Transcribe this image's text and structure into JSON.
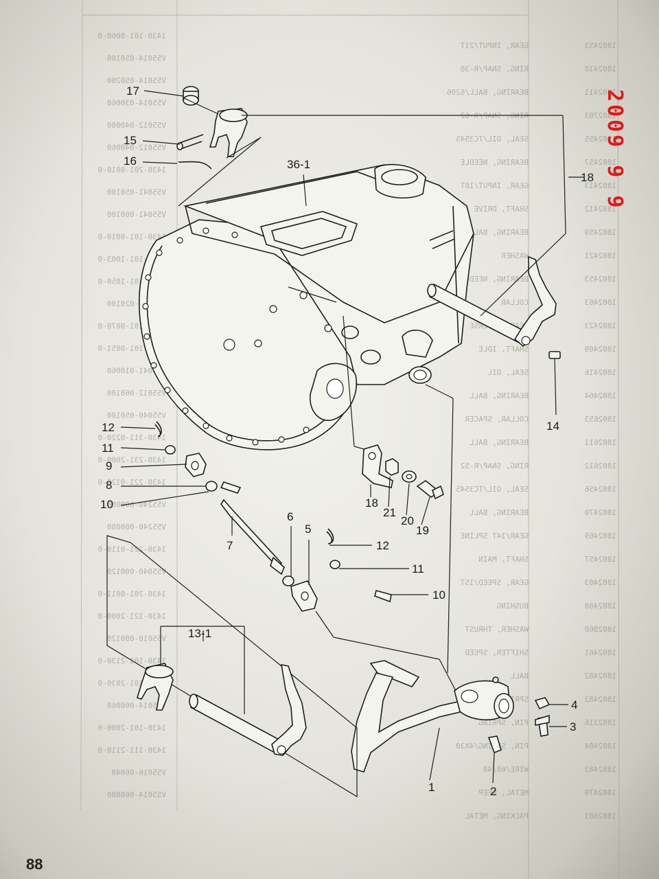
{
  "stamp": {
    "date_line1": "2009 9 9"
  },
  "page_number": "88",
  "callouts": {
    "c17": "17",
    "c15": "15",
    "c16": "16",
    "c36_1": "36-1",
    "c18_top": "18",
    "c14": "14",
    "c12_left": "12",
    "c11_left": "11",
    "c9": "9",
    "c8": "8",
    "c10_left": "10",
    "c7": "7",
    "c6": "6",
    "c5": "5",
    "c12_right": "12",
    "c11_right": "11",
    "c10_right": "10",
    "c18_bottom": "18",
    "c21": "21",
    "c20": "20",
    "c19": "19",
    "c13_1": "13-1",
    "c4": "4",
    "c3": "3",
    "c1": "1",
    "c2": "2"
  },
  "parts_list_bleed": {
    "right_codes": [
      "1802453",
      "1802410",
      "1802411",
      "1802703",
      "1802455",
      "1802457",
      "1802413",
      "1802412",
      "1802459",
      "1802421",
      "1802453",
      "1802463",
      "1802423",
      "1802409",
      "1802416",
      "1802464",
      "1802653",
      "1802611",
      "1802612",
      "1802456",
      "1802470",
      "1802469",
      "1802457",
      "1802403",
      "1802460",
      "1802860",
      "1802461",
      "1802482",
      "1802483",
      "1802316",
      "1802484",
      "1802483",
      "1802470",
      "1802603"
    ],
    "right_names": [
      "GEAR, INPUT/21T",
      "RING, SNAP/R-30",
      "BEARING, BALL/6206",
      "RING, SNAP/R-62",
      "SEAL, OIL/TC3545",
      "BEARING, NEEDLE",
      "GEAR, INPUT/18T",
      "SHAFT, DRIVE",
      "BEARING, BALL",
      "WASHER",
      "BEARING, NEEDLE",
      "COLLAR",
      "GEAR, REVERSE",
      "SHAFT, IDLE",
      "SEAL, OIL",
      "BEARING, BALL",
      "COLLAR, SPACER",
      "BEARING, BALL",
      "RING, SNAP/R-52",
      "SEAL, OIL/TC3545",
      "BEARING, BALL",
      "GEAR/14T SPLINE",
      "SHAFT, MAIN",
      "GEAR, SPEED/1ST",
      "BUSHING",
      "WASHER, THRUST",
      "SHIFTER, SPEED",
      "BALL",
      "SPRING, SHIFTER",
      "PIN, SPRING",
      "PIN, SPRING/4X30",
      "WIRE/60/40",
      "METAL, KEEP",
      "PACKING, METAL"
    ],
    "left_codes": [
      "1430-101-0060-0",
      "V55014-050100",
      "V55014-050200",
      "V55014-030060",
      "V55012-040080",
      "V55012-040060",
      "1430-201-0010-0",
      "V55041-050100",
      "V55041-060100",
      "1430-101-0010-0",
      "1430-101-1003-0",
      "1430-101-1050-0",
      "V55040-020100",
      "1430-101-0070-0",
      "1430-101-0051-0",
      "V55041-010060",
      "V55012-060100",
      "V55040-050100",
      "1430-311-0220-0",
      "1430-231-2000-0",
      "1430-221-0120-0",
      "V55240-000080",
      "V55240-000080",
      "1430-221-0110-0",
      "V55040-000120",
      "1430-201-0011-0",
      "1430-121-2000-0",
      "V55010-080120",
      "1430-101-2130-0",
      "1430-101-2030-0",
      "V55014-060060",
      "1430-101-2000-0",
      "1430-111-2110-0",
      "V55016-06040",
      "V55014-060080"
    ]
  }
}
